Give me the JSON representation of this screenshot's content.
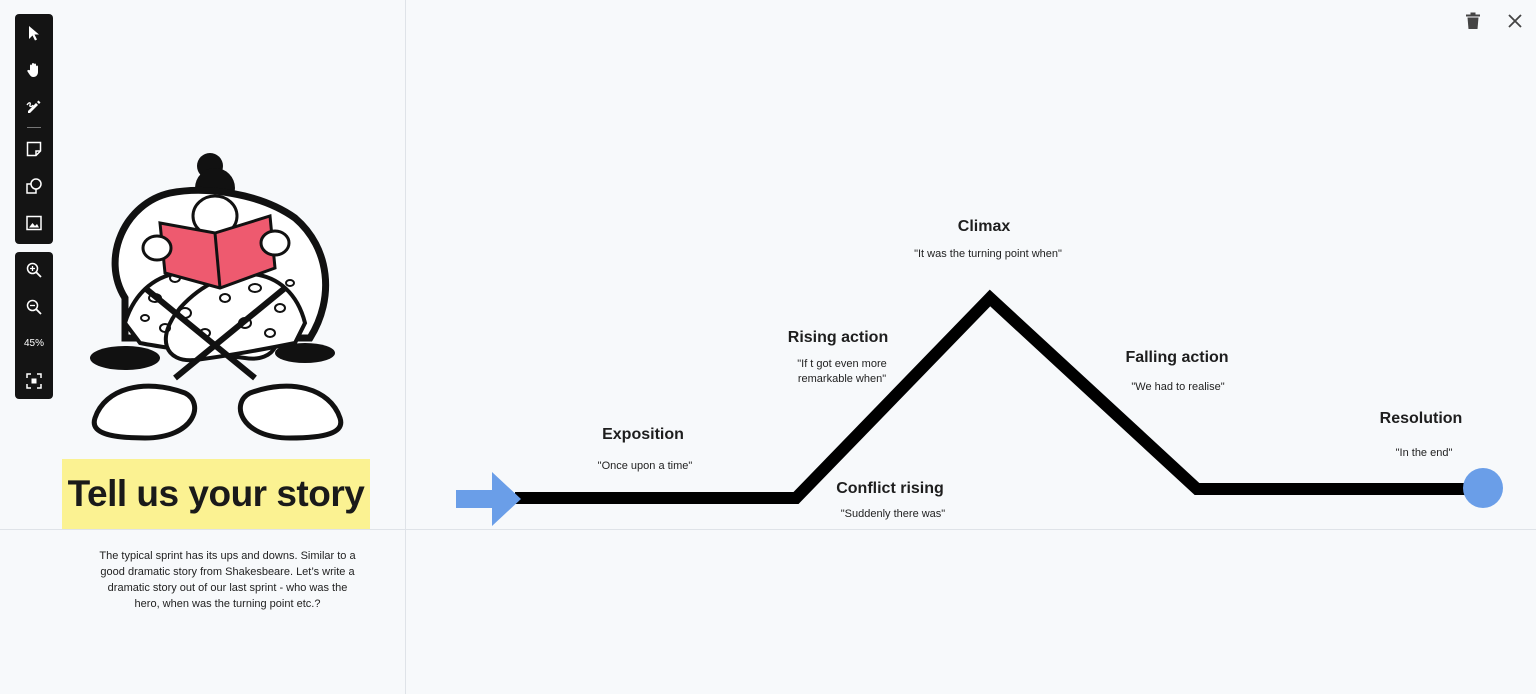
{
  "toolbar": {
    "tools": [
      {
        "name": "select-tool",
        "icon": "cursor-icon"
      },
      {
        "name": "hand-tool",
        "icon": "hand-icon"
      },
      {
        "name": "draw-tool",
        "icon": "pen-icon"
      },
      {
        "name": "sticky-note-tool",
        "icon": "sticky-note-icon"
      },
      {
        "name": "shapes-tool",
        "icon": "shapes-icon"
      },
      {
        "name": "image-tool",
        "icon": "image-icon"
      }
    ],
    "zoom_in_icon": "zoom-in-icon",
    "zoom_out_icon": "zoom-out-icon",
    "zoom_level": "45%",
    "fit_icon": "fit-screen-icon"
  },
  "header": {
    "delete_icon": "trash-icon",
    "close_icon": "close-icon"
  },
  "board": {
    "sticky_title": "Tell us your story",
    "description": "The typical sprint has its ups and downs. Similar to a good dramatic story from Shakesbeare. Let’s write a dramatic story out of our last sprint - who was the hero, when was the turning point etc.?",
    "sticky_color": "#fbf292"
  },
  "story_arc": {
    "arrow_color": "#6a9ee8",
    "end_dot_color": "#6a9ee8",
    "stages": [
      {
        "title": "Exposition",
        "quote": "\"Once upon a time\""
      },
      {
        "title": "Rising action",
        "quote": "\"If t got even more remarkable when\""
      },
      {
        "title": "Conflict rising",
        "quote": "\"Suddenly there was\""
      },
      {
        "title": "Climax",
        "quote": "\"It was the turning point when\""
      },
      {
        "title": "Falling action",
        "quote": "\"We had to realise\""
      },
      {
        "title": "Resolution",
        "quote": "\"In the end\""
      }
    ]
  }
}
